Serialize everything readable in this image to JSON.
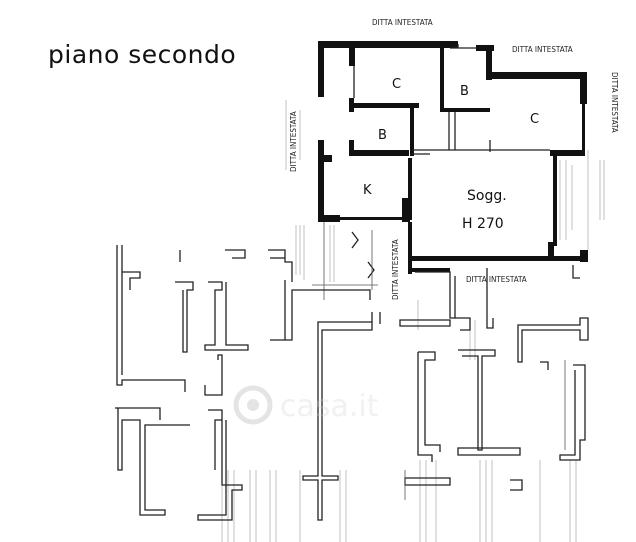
{
  "title": "piano secondo",
  "neighbors": {
    "top": "DITTA INTESTATA",
    "top_right": "DITTA INTESTATA",
    "right": "DITTA INTESTATA",
    "left": "DITTA INTESTATA",
    "middle": "DITTA INTESTATA",
    "bottom": "DITTA INTESTATA"
  },
  "rooms": {
    "room_c_left": "C",
    "room_b_top": "B",
    "room_c_right": "C",
    "room_b_left": "B",
    "room_k": "K",
    "living_name": "Sogg.",
    "living_height": "H 270"
  },
  "watermark": "casa.it"
}
